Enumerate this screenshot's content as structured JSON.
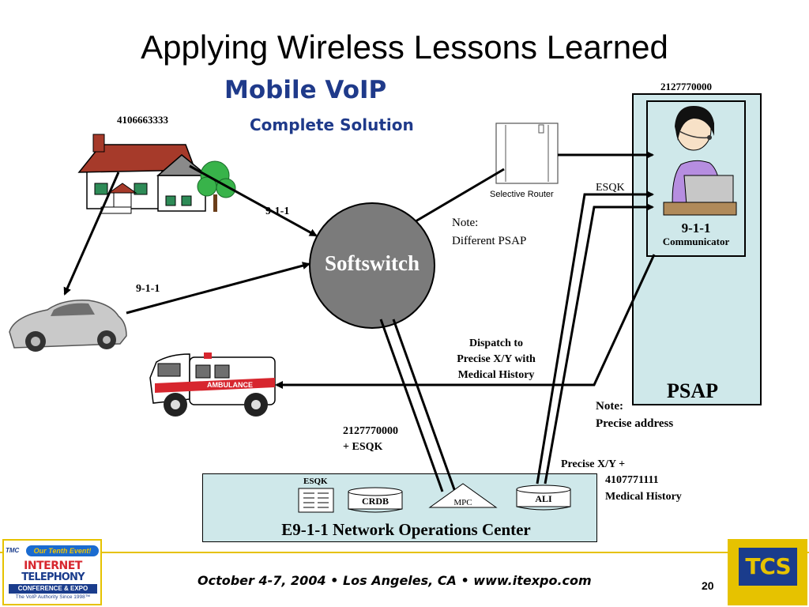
{
  "slide": {
    "title": "Applying Wireless Lessons Learned",
    "subtitle": "Mobile VoIP",
    "subtitle2": "Complete Solution",
    "page_number": "20",
    "footer": "October 4-7, 2004 • Los Angeles, CA • www.itexpo.com"
  },
  "labels": {
    "house_number": "4106663333",
    "psap_number": "2127770000",
    "house_911": "9-1-1",
    "car_911": "9-1-1",
    "softswitch": "Softswitch",
    "selective_router": "Selective Router",
    "note1_a": "Note:",
    "note1_b": "Different PSAP",
    "esqk": "ESQK",
    "communicator_a": "9-1-1",
    "communicator_b": "Communicator",
    "dispatch_a": "Dispatch to",
    "dispatch_b": "Precise X/Y with",
    "dispatch_c": "Medical History",
    "psap": "PSAP",
    "note2_a": "Note:",
    "note2_b": "Precise address",
    "esqk_num_a": "2127770000",
    "esqk_num_b": "+ ESQK",
    "precise_a": "Precise X/Y +",
    "precise_b": "4107771111",
    "precise_c": "Medical History",
    "noc_esqk": "ESQK",
    "crdb": "CRDB",
    "mpc": "MPC",
    "ali": "ALI",
    "noc": "E9-1-1 Network Operations Center",
    "ambulance": "AMBULANCE"
  },
  "logos": {
    "left_top": "Our Tenth Event!",
    "left_line1": "INTERNET",
    "left_line2": "TELEPHONY",
    "left_line3": "CONFERENCE & EXPO",
    "left_line4": "The VoIP Authority Since 1998™",
    "left_tmc": "TMC",
    "right": "TCS"
  },
  "colors": {
    "title_blue": "#1f3a8a",
    "psap_fill": "#cfe8ea",
    "softswitch_fill": "#7b7b7b",
    "logo_gold": "#e6c200",
    "logo_blue": "#1a3c8c"
  }
}
